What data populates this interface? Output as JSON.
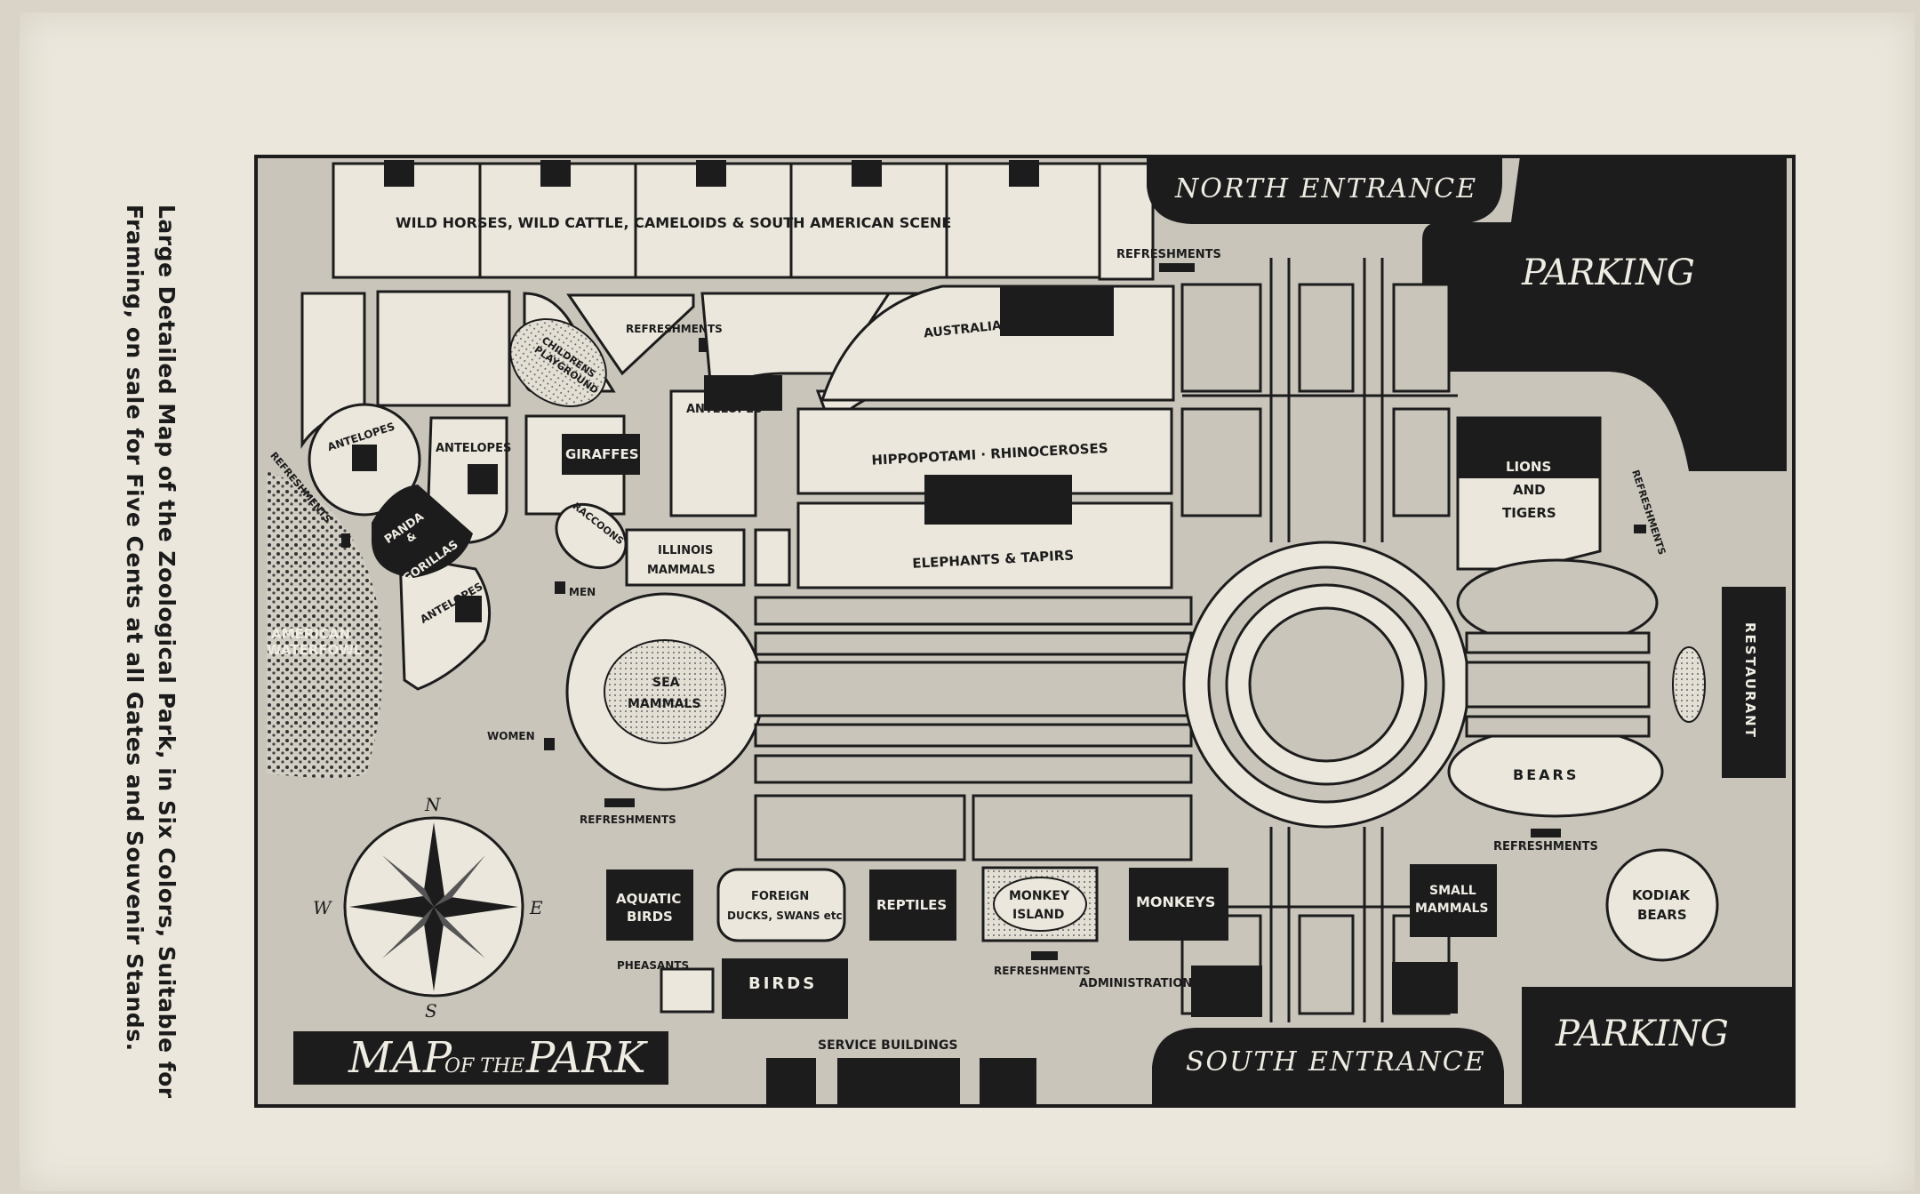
{
  "side_note": {
    "line1": "Large Detailed Map of the Zoological Park, in Six Colors, Suitable for",
    "line2": "Framing, on sale for Five Cents at all Gates and Souvenir Stands."
  },
  "title": {
    "part1": "MAP",
    "part2": "OF THE",
    "part3": "PARK"
  },
  "entrances": {
    "north": "NORTH ENTRANCE",
    "south": "SOUTH ENTRANCE"
  },
  "parking": {
    "top": "PARKING",
    "bottom": "PARKING"
  },
  "compass": {
    "n": "N",
    "s": "S",
    "e": "E",
    "w": "W"
  },
  "exhibits": {
    "wild_horses": "WILD HORSES, WILD CATTLE, CAMELOIDS & SOUTH AMERICAN SCENE",
    "childrens_playground_1": "CHILDRENS",
    "childrens_playground_2": "PLAYGROUND",
    "australia": "AUSTRALIA BUILDING",
    "antelopes_1": "ANTELOPES",
    "antelopes_2": "ANTELOPES",
    "antelopes_3": "ANTELOPES",
    "antelopes_4": "ANTELOPES",
    "giraffes": "GIRAFFES",
    "panda_1": "PANDA",
    "panda_2": "&",
    "panda_3": "GORILLAS",
    "raccoons": "RACCOONS",
    "illinois_1": "ILLINOIS",
    "illinois_2": "MAMMALS",
    "hippo": "HIPPOPOTAMI · RHINOCEROSES",
    "elephants": "ELEPHANTS & TAPIRS",
    "lions_1": "LIONS",
    "lions_2": "AND",
    "lions_3": "TIGERS",
    "waterfowl_1": "AMERICAN",
    "waterfowl_2": "WATERFOWL",
    "sea_1": "SEA",
    "sea_2": "MAMMALS",
    "restaurant": "RESTAURANT",
    "bears": "BEARS",
    "kodiak_1": "KODIAK",
    "kodiak_2": "BEARS",
    "aquatic_1": "AQUATIC",
    "aquatic_2": "BIRDS",
    "foreign_1": "FOREIGN",
    "foreign_2": "DUCKS, SWANS etc",
    "reptiles": "REPTILES",
    "monkey_island_1": "MONKEY",
    "monkey_island_2": "ISLAND",
    "monkeys": "MONKEYS",
    "small_1": "SMALL",
    "small_2": "MAMMALS",
    "birds": "BIRDS",
    "pheasants": "PHEASANTS",
    "admin": "ADMINISTRATION BLDG",
    "service": "SERVICE BUILDINGS"
  },
  "facilities": {
    "refreshments": "REFRESHMENTS",
    "men": "MEN",
    "women": "WOMEN"
  },
  "colors": {
    "ink": "#1c1c1c",
    "paper": "#ebe7dc",
    "gray": "#c9c5bb",
    "light": "#e6e2d7"
  }
}
